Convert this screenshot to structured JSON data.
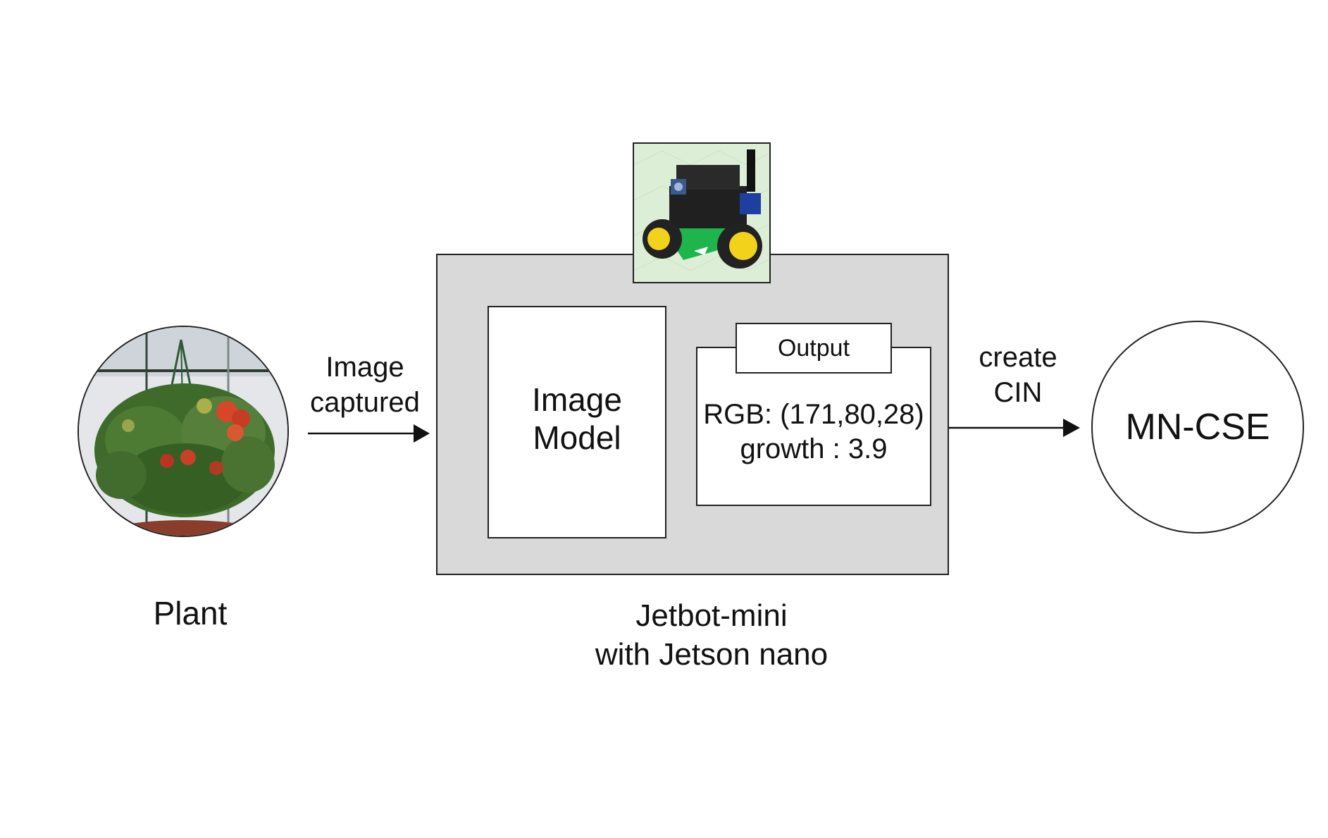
{
  "plant": {
    "label": "Plant"
  },
  "capture": {
    "line1": "Image",
    "line2": "captured"
  },
  "jetbot": {
    "image_model": {
      "line1": "Image",
      "line2": "Model"
    },
    "output": {
      "title": "Output",
      "rgb": "RGB: (171,80,28)",
      "growth": "growth : 3.9"
    },
    "caption": {
      "line1": "Jetbot-mini",
      "line2": "with Jetson nano"
    }
  },
  "create_cin": {
    "line1": "create",
    "line2": "CIN"
  },
  "mn_cse": {
    "label": "MN-CSE"
  },
  "colors": {
    "container_fill": "#d9d9d9",
    "stroke": "#222222",
    "robot_body": "#1fb54d",
    "wheel": "#f2d21b",
    "tomato": "#d8462a",
    "leaf": "#3e6b2a"
  }
}
